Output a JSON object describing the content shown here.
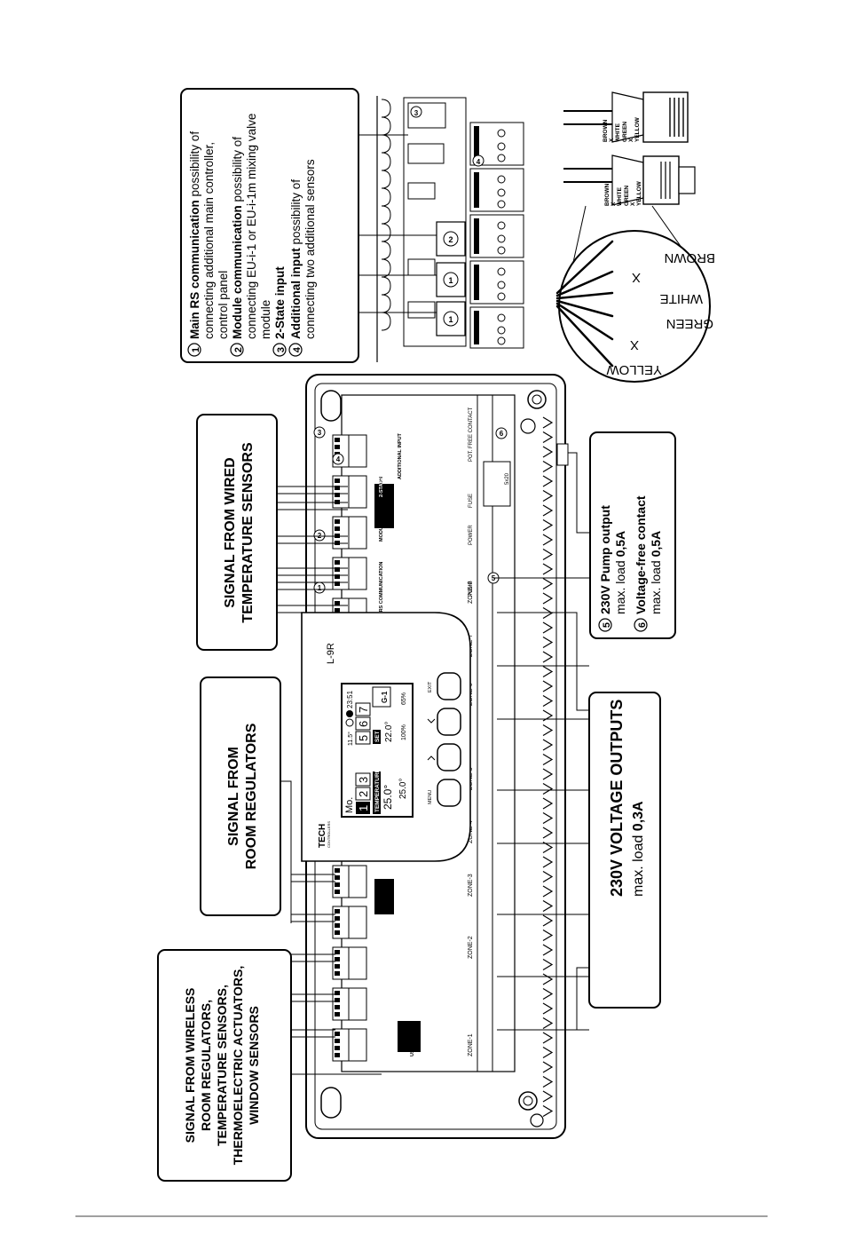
{
  "legend": {
    "items": [
      {
        "num": "1",
        "bold": "Main RS communication",
        "rest": " possibility of",
        "lines": [
          "connecting additional main controller,",
          "control panel"
        ]
      },
      {
        "num": "2",
        "bold": "Module communication",
        "rest": " possibility of",
        "lines": [
          "connecting EU-i-1 or EU-i-1m mixing valve",
          "module"
        ]
      },
      {
        "num": "3",
        "bold": "2-State input",
        "rest": "",
        "lines": []
      },
      {
        "num": "4",
        "bold": "Additional input",
        "rest": " possibility of",
        "lines": [
          "connecting two additional sensors"
        ]
      }
    ]
  },
  "connectors": {
    "wires_a": [
      "YELLOW",
      "X",
      "GREEN",
      "WHITE",
      "X",
      "BROWN"
    ],
    "wires_b": [
      "BROWN",
      "X",
      "WHITE",
      "GREEN",
      "X",
      "YELLOW"
    ],
    "zoom": [
      "YELLOW",
      "X",
      "GREEN",
      "WHITE",
      "X",
      "BROWN"
    ]
  },
  "callouts": {
    "wired": [
      "SIGNAL FROM WIRED",
      "TEMPERATURE SENSORS"
    ],
    "room": [
      "SIGNAL FROM",
      "ROOM REGULATORS"
    ],
    "wireless": [
      "SIGNAL FROM WIRELESS",
      "ROOM REGULATORS,",
      "TEMPERATURE SENSORS,",
      "THERMOELECTRIC ACTUATORS,",
      "WINDOW SENSORS"
    ],
    "pump": {
      "num5": "5",
      "title5": "230V Pump output",
      "load5": "max. load ",
      "val5": "0,5A",
      "num6": "6",
      "title6": "Voltage-free contact",
      "load6": "max. load ",
      "val6": "0,5A"
    },
    "voltage": {
      "title": "230V VOLTAGE OUTPUTS",
      "load": "max. load ",
      "val": "0,3A"
    }
  },
  "device": {
    "model": "L-9R",
    "brand": "TECH",
    "brand_sub": "CONTROLLERS",
    "screen": {
      "day": "Mo.",
      "zones_left": [
        "1",
        "2",
        "3"
      ],
      "zones_right": [
        "5",
        "6",
        "7"
      ],
      "outdoor": "11.5°",
      "time": "23:51",
      "temp_label": "TEMPERATURE",
      "temp_main": "25.0°",
      "temp_floor": "25.0°",
      "set_label": "SET",
      "set_value": "22.0°",
      "signal": "100%",
      "humidity": "65%",
      "group": "G-1"
    },
    "buttons": [
      "MENU",
      "",
      "",
      "EXIT"
    ],
    "zone_labels": [
      "ZONE-1",
      "ZONE-2",
      "ZONE-3",
      "ZONE-4",
      "ZONE-5",
      "ZONE-6",
      "ZONE-7",
      "ZONE-8"
    ],
    "power_labels": [
      "PUMP",
      "POWER",
      "FUSE",
      "5x20",
      "POT. FREE CONTACT"
    ],
    "board_labels": [
      "MAIN RS COMMUNICATION",
      "MODULE COMMUNICATION",
      "2-STATE INPUT",
      "ADDITIONAL INPUT",
      "USB"
    ],
    "markers": [
      "1",
      "2",
      "3",
      "4",
      "5",
      "6"
    ]
  }
}
